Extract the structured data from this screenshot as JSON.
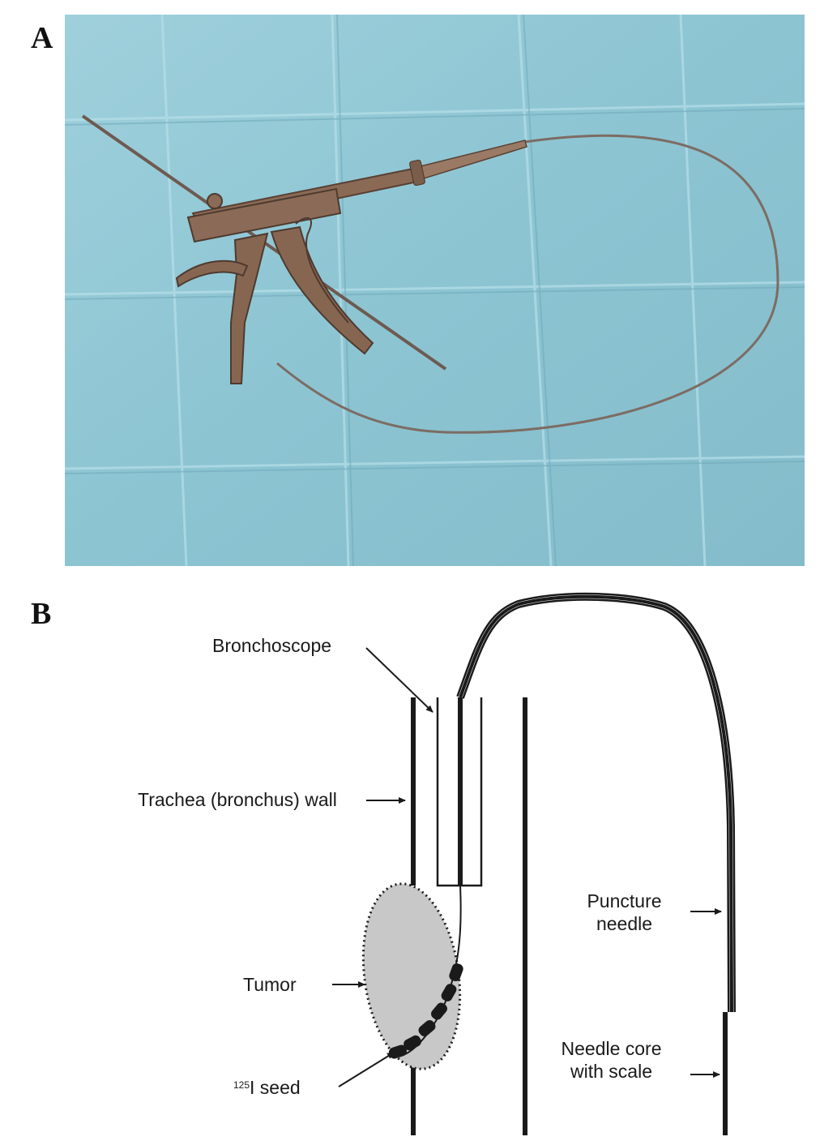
{
  "panels": {
    "a": {
      "letter": "A"
    },
    "b": {
      "letter": "B"
    }
  },
  "photo": {
    "icon": "bronchoscopic-puncture-needle-photo",
    "colors": {
      "drape": "#8ec6d4",
      "instrument": "#8a6a55"
    }
  },
  "diagram": {
    "labels": {
      "bronchoscope": "Bronchoscope",
      "trachea_wall": "Trachea (bronchus) wall",
      "puncture_needle_line1": "Puncture",
      "puncture_needle_line2": "needle",
      "tumor": "Tumor",
      "seed_superscript": "125",
      "seed_text": "I seed",
      "needle_core_line1": "Needle core",
      "needle_core_line2": "with scale"
    },
    "colors": {
      "tumor_fill": "#c8c8c8",
      "line": "#1a1a1a"
    }
  }
}
